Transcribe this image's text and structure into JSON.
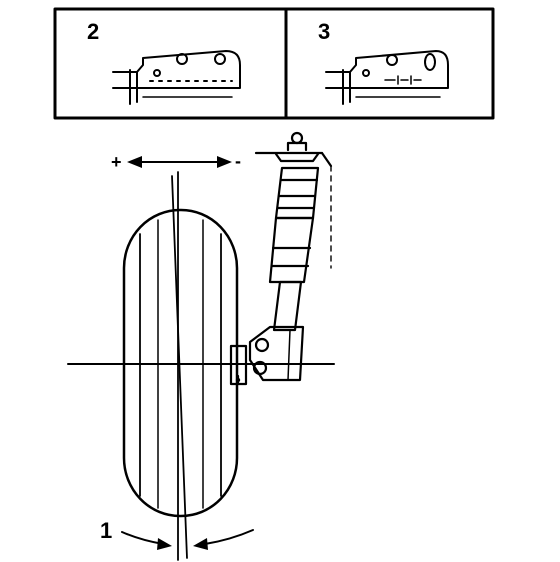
{
  "inset_panels": [
    {
      "label": "2"
    },
    {
      "label": "3"
    }
  ],
  "labels": {
    "camber_angle": "1",
    "adjust_plus": "+",
    "adjust_minus": "-"
  },
  "colors": {
    "ink": "#000000",
    "background": "#ffffff"
  }
}
